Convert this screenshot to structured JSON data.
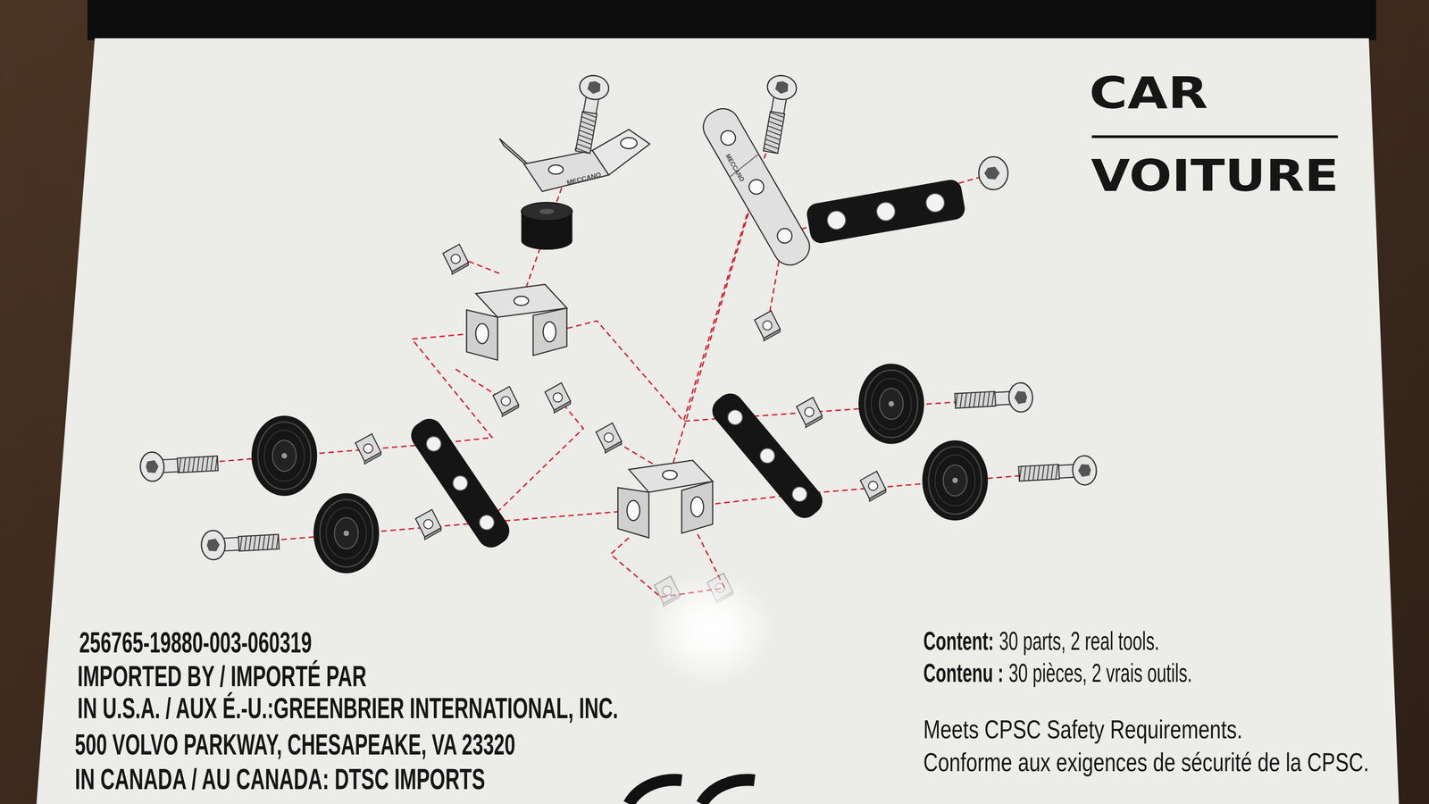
{
  "diagram": {
    "title": "CAR",
    "labels": [
      "VOITURE",
      "MECCANO",
      "MECCANO",
      "256765-19880-003-060319",
      "IMPORTED BY / IMPORTÉ PAR",
      "IN U.S.A. / AUX É.-U.:GREENBRIER INTERNATIONAL, INC.",
      "500 VOLVO PARKWAY, CHESAPEAKE, VA 23320",
      "IN CANADA / AU CANADA: DTSC IMPORTS",
      "Content:",
      "30 parts, 2 real tools.",
      "Contenu :",
      "30 pièces, 2 vrais outils.",
      "Meets CPSC Safety Requirements.",
      "Conforme aux exigences de sécurité de la CPSC."
    ]
  }
}
